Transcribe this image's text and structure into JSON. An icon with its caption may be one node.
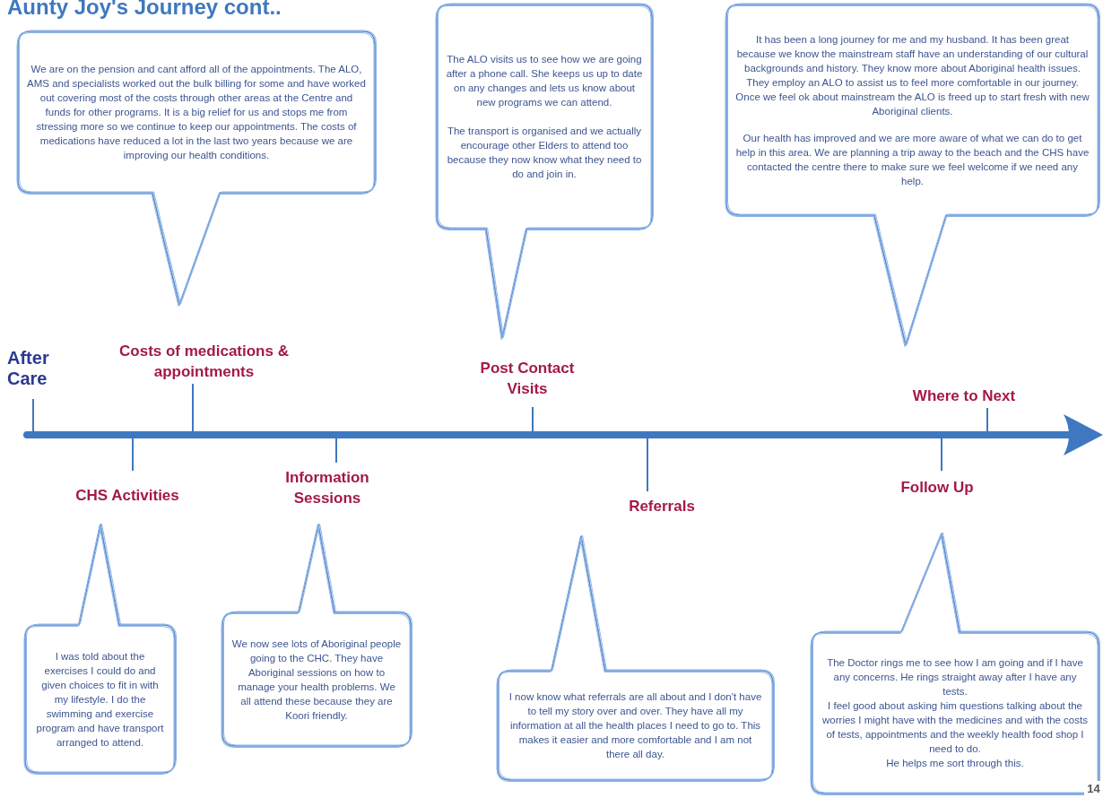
{
  "diagram": {
    "title": "Aunty Joy's Journey cont..",
    "nodes": [
      {
        "text": [
          "We are on the pension and cant afford all of the appointments.  The ALO, AMS and specialists worked out the bulk billing for some and have worked out covering most of the costs through other areas at the Centre and funds for other programs.  It is a big relief for us and stops me from stressing more so we continue to keep our appointments.  The costs of medications have reduced a lot in the last two years because we are improving our health conditions."
        ]
      },
      {
        "text": [
          "The ALO visits us to see how we are going after a phone call.  She keeps us up to date on any changes and lets us know about new programs we can attend.",
          "The transport is organised and we actually encourage other Elders to attend too because they now know what they need to do and join in."
        ]
      },
      {
        "text": [
          "It has been a long journey for me and my husband. It has been great because we know the mainstream staff have an understanding of our cultural backgrounds and history.  They know more about Aboriginal health issues. They employ an ALO to assist us to feel more comfortable in our journey.  Once we feel ok about mainstream the ALO is freed up to start fresh with new Aboriginal clients.",
          "Our health has improved and we are more aware of what we can do to get help in this area.  We are planning a trip away to the beach and the CHS have contacted the centre there to make sure we feel welcome if we need any help."
        ]
      },
      {
        "text": [
          "I was told about the exercises I could do and given choices to fit in with my lifestyle. I do the swimming and exercise program and have transport arranged to attend."
        ]
      },
      {
        "text": [
          "We now see lots of Aboriginal people going to the CHC. They have Aboriginal sessions on how to manage your health problems.  We all attend these because they are Koori friendly."
        ]
      },
      {
        "text": [
          "I now know what referrals are all about and I don't have to tell my story over and over.  They have all my information at all the health places I need to go to.  This makes it easier and more comfortable and I am not there all day."
        ]
      },
      {
        "text": [
          "The Doctor rings me to see how I am going and if I have any concerns.  He rings straight away after I have any tests.",
          "I feel good about asking him questions talking about the worries I might have with the medicines and with the costs of tests, appointments and the weekly health food shop I need to do.",
          "He helps me sort through this."
        ]
      }
    ],
    "labels": [
      "After Care",
      "Costs of medications & appointments",
      "Post Contact Visits",
      "Where to Next",
      "CHS Activities",
      "Information Sessions",
      "Referrals",
      "Follow Up",
      "14"
    ]
  }
}
